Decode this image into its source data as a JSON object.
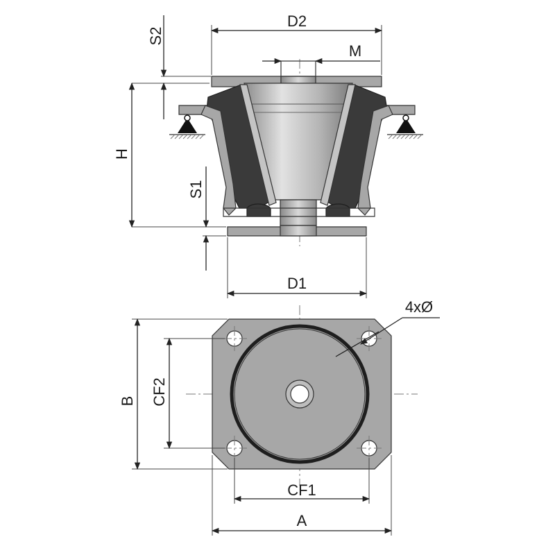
{
  "labels": {
    "D2": "D2",
    "M": "M",
    "S2": "S2",
    "H": "H",
    "S1": "S1",
    "D1": "D1",
    "holes": "4xØ",
    "B": "B",
    "CF2": "CF2",
    "CF1": "CF1",
    "A": "A"
  },
  "colors": {
    "metal": "#a7a7a7",
    "rubber": "#3a3a3a",
    "line": "#222222"
  }
}
